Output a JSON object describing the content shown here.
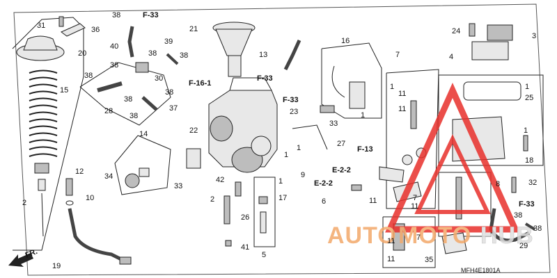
{
  "diagram": {
    "model_code": "MFH4E1801A",
    "direction_label": "FR.",
    "watermark": {
      "part1": "AUTO",
      "part2": "MOTO",
      "part3": "HUB",
      "color_primary": "#f3a96a",
      "color_secondary": "#e6e6e6",
      "triangle_color": "#e8302b"
    },
    "callouts": [
      {
        "id": "c31",
        "text": "31"
      },
      {
        "id": "c36",
        "text": "36"
      },
      {
        "id": "c20",
        "text": "20"
      },
      {
        "id": "c15",
        "text": "15"
      },
      {
        "id": "c12",
        "text": "12"
      },
      {
        "id": "c2a",
        "text": "2"
      },
      {
        "id": "c10",
        "text": "10"
      },
      {
        "id": "c19",
        "text": "19"
      },
      {
        "id": "c38a",
        "text": "38"
      },
      {
        "id": "f33a",
        "text": "F-33"
      },
      {
        "id": "c40",
        "text": "40"
      },
      {
        "id": "c38b",
        "text": "38"
      },
      {
        "id": "c39",
        "text": "39"
      },
      {
        "id": "c38c",
        "text": "38"
      },
      {
        "id": "c38d",
        "text": "38"
      },
      {
        "id": "c30",
        "text": "30"
      },
      {
        "id": "c38e",
        "text": "38"
      },
      {
        "id": "c28",
        "text": "28"
      },
      {
        "id": "c38f",
        "text": "38"
      },
      {
        "id": "c38g",
        "text": "38"
      },
      {
        "id": "c37",
        "text": "37"
      },
      {
        "id": "c38h",
        "text": "38"
      },
      {
        "id": "f161",
        "text": "F-16-1"
      },
      {
        "id": "c14",
        "text": "14"
      },
      {
        "id": "c34",
        "text": "34"
      },
      {
        "id": "c33a",
        "text": "33"
      },
      {
        "id": "c21",
        "text": "21"
      },
      {
        "id": "c22",
        "text": "22"
      },
      {
        "id": "c13",
        "text": "13"
      },
      {
        "id": "f33b",
        "text": "F-33"
      },
      {
        "id": "f33c",
        "text": "F-33"
      },
      {
        "id": "c23",
        "text": "23"
      },
      {
        "id": "c33b",
        "text": "33"
      },
      {
        "id": "c16",
        "text": "16"
      },
      {
        "id": "c1a",
        "text": "1"
      },
      {
        "id": "c1b",
        "text": "1"
      },
      {
        "id": "c1c",
        "text": "1"
      },
      {
        "id": "c9",
        "text": "9"
      },
      {
        "id": "c27",
        "text": "27"
      },
      {
        "id": "f13",
        "text": "F-13"
      },
      {
        "id": "e22a",
        "text": "E-2-2"
      },
      {
        "id": "e22b",
        "text": "E-2-2"
      },
      {
        "id": "c42",
        "text": "42"
      },
      {
        "id": "c2b",
        "text": "2"
      },
      {
        "id": "c1d",
        "text": "1"
      },
      {
        "id": "c17",
        "text": "17"
      },
      {
        "id": "c26",
        "text": "26"
      },
      {
        "id": "c41",
        "text": "41"
      },
      {
        "id": "c5",
        "text": "5"
      },
      {
        "id": "c7a",
        "text": "7"
      },
      {
        "id": "c1e",
        "text": "1"
      },
      {
        "id": "c11a",
        "text": "11"
      },
      {
        "id": "c11b",
        "text": "11"
      },
      {
        "id": "c6",
        "text": "6"
      },
      {
        "id": "c11c",
        "text": "11"
      },
      {
        "id": "c7b",
        "text": "7"
      },
      {
        "id": "c11d",
        "text": "11"
      },
      {
        "id": "c11e",
        "text": "11"
      },
      {
        "id": "c7c",
        "text": "7"
      },
      {
        "id": "c11f",
        "text": "11"
      },
      {
        "id": "c24",
        "text": "24"
      },
      {
        "id": "c3",
        "text": "3"
      },
      {
        "id": "c4",
        "text": "4"
      },
      {
        "id": "c1f",
        "text": "1"
      },
      {
        "id": "c25",
        "text": "25"
      },
      {
        "id": "c1g",
        "text": "1"
      },
      {
        "id": "c18",
        "text": "18"
      },
      {
        "id": "c32",
        "text": "32"
      },
      {
        "id": "c8",
        "text": "8"
      },
      {
        "id": "f33d",
        "text": "F-33"
      },
      {
        "id": "c38i",
        "text": "38"
      },
      {
        "id": "c38j",
        "text": "38"
      },
      {
        "id": "c29",
        "text": "29"
      },
      {
        "id": "c35",
        "text": "35"
      }
    ]
  }
}
